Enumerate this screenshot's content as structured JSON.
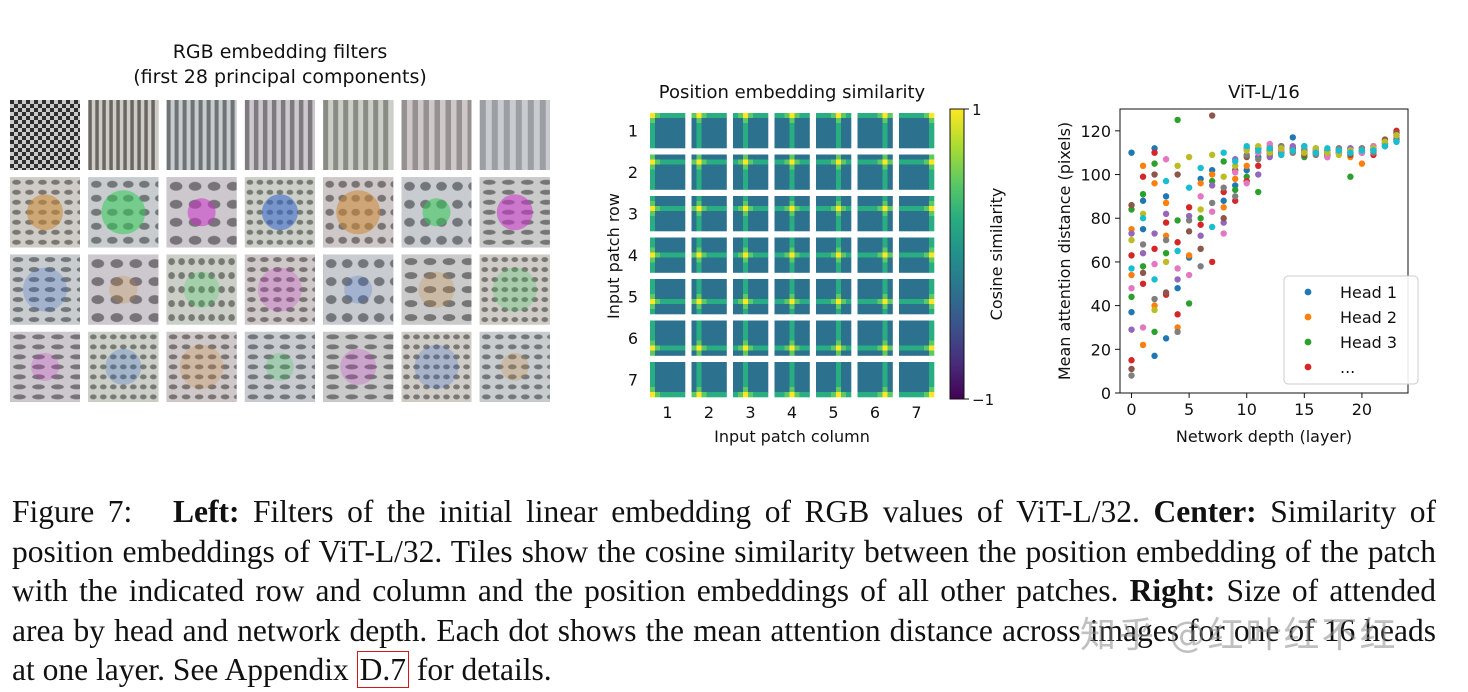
{
  "left_panel": {
    "title_line1": "RGB embedding filters",
    "title_line2": "(first 28 principal components)",
    "grid_rows": 4,
    "grid_cols": 7
  },
  "chart_data": [
    {
      "type": "heatmap",
      "title": "Position embedding similarity",
      "xlabel": "Input patch column",
      "ylabel": "Input patch row",
      "x_ticks": [
        "1",
        "2",
        "3",
        "4",
        "5",
        "6",
        "7"
      ],
      "y_ticks": [
        "1",
        "2",
        "3",
        "4",
        "5",
        "6",
        "7"
      ],
      "colorbar": {
        "label": "Cosine similarity",
        "min_label": "−1",
        "max_label": "1",
        "colormap": "viridis"
      }
    },
    {
      "type": "scatter",
      "title": "ViT-L/16",
      "xlabel": "Network depth (layer)",
      "ylabel": "Mean attention distance (pixels)",
      "xlim": [
        -1,
        24
      ],
      "ylim": [
        0,
        130
      ],
      "x_ticks": [
        0,
        5,
        10,
        15,
        20
      ],
      "y_ticks": [
        0,
        20,
        40,
        60,
        80,
        100,
        120
      ],
      "legend": {
        "placement": "lower-right",
        "entries": [
          "Head 1",
          "Head 2",
          "Head 3",
          "..."
        ]
      },
      "series": [
        {
          "name": "Head 1",
          "color": "#1f77b4",
          "points": [
            [
              0,
              110
            ],
            [
              0,
              37
            ],
            [
              1,
              75
            ],
            [
              1,
              88
            ],
            [
              2,
              17
            ],
            [
              2,
              112
            ],
            [
              3,
              25
            ],
            [
              3,
              90
            ],
            [
              4,
              48
            ],
            [
              5,
              62
            ],
            [
              6,
              98
            ],
            [
              7,
              102
            ],
            [
              8,
              88
            ],
            [
              9,
              95
            ],
            [
              10,
              102
            ],
            [
              11,
              108
            ],
            [
              12,
              112
            ],
            [
              13,
              110
            ],
            [
              14,
              117
            ],
            [
              15,
              113
            ],
            [
              16,
              110
            ],
            [
              17,
              108
            ],
            [
              18,
              111
            ],
            [
              19,
              112
            ],
            [
              20,
              110
            ],
            [
              21,
              111
            ],
            [
              22,
              113
            ],
            [
              23,
              115
            ]
          ]
        },
        {
          "name": "Head 2",
          "color": "#ff7f0e",
          "points": [
            [
              0,
              54
            ],
            [
              0,
              75
            ],
            [
              1,
              104
            ],
            [
              1,
              22
            ],
            [
              2,
              40
            ],
            [
              2,
              96
            ],
            [
              3,
              72
            ],
            [
              3,
              87
            ],
            [
              4,
              30
            ],
            [
              5,
              63
            ],
            [
              6,
              96
            ],
            [
              7,
              100
            ],
            [
              8,
              85
            ],
            [
              9,
              98
            ],
            [
              10,
              104
            ],
            [
              11,
              110
            ],
            [
              12,
              113
            ],
            [
              13,
              109
            ],
            [
              14,
              111
            ],
            [
              15,
              112
            ],
            [
              16,
              109
            ],
            [
              17,
              110
            ],
            [
              18,
              110
            ],
            [
              19,
              108
            ],
            [
              20,
              105
            ],
            [
              21,
              111
            ],
            [
              22,
              116
            ],
            [
              23,
              117
            ]
          ]
        },
        {
          "name": "Head 3",
          "color": "#2ca02c",
          "points": [
            [
              0,
              84
            ],
            [
              0,
              44
            ],
            [
              1,
              91
            ],
            [
              1,
              58
            ],
            [
              2,
              105
            ],
            [
              2,
              28
            ],
            [
              3,
              64
            ],
            [
              4,
              125
            ],
            [
              4,
              79
            ],
            [
              5,
              41
            ],
            [
              6,
              80
            ],
            [
              7,
              97
            ],
            [
              8,
              106
            ],
            [
              9,
              93
            ],
            [
              10,
              99
            ],
            [
              11,
              92
            ],
            [
              12,
              109
            ],
            [
              13,
              110
            ],
            [
              14,
              112
            ],
            [
              15,
              108
            ],
            [
              16,
              110
            ],
            [
              17,
              109
            ],
            [
              18,
              110
            ],
            [
              19,
              99
            ],
            [
              20,
              111
            ],
            [
              21,
              113
            ],
            [
              22,
              115
            ],
            [
              23,
              116
            ]
          ]
        },
        {
          "name": "...",
          "color": "#d62728",
          "points": [
            [
              0,
              15
            ],
            [
              0,
              63
            ],
            [
              1,
              50
            ],
            [
              1,
              99
            ],
            [
              2,
              66
            ],
            [
              2,
              110
            ],
            [
              3,
              45
            ],
            [
              3,
              78
            ],
            [
              4,
              36
            ],
            [
              4,
              69
            ],
            [
              5,
              85
            ],
            [
              6,
              77
            ],
            [
              7,
              60
            ],
            [
              8,
              92
            ],
            [
              9,
              88
            ],
            [
              10,
              97
            ],
            [
              11,
              104
            ],
            [
              12,
              111
            ],
            [
              13,
              113
            ],
            [
              14,
              112
            ],
            [
              15,
              110
            ],
            [
              16,
              111
            ],
            [
              17,
              109
            ],
            [
              18,
              112
            ],
            [
              19,
              110
            ],
            [
              20,
              112
            ],
            [
              21,
              109
            ],
            [
              22,
              114
            ],
            [
              23,
              120
            ]
          ]
        },
        {
          "name": "",
          "color": "#9467bd",
          "points": [
            [
              0,
              29
            ],
            [
              0,
              73
            ],
            [
              1,
              64
            ],
            [
              2,
              73
            ],
            [
              3,
              82
            ],
            [
              4,
              52
            ],
            [
              5,
              81
            ],
            [
              6,
              72
            ],
            [
              7,
              95
            ],
            [
              8,
              78
            ],
            [
              9,
              107
            ],
            [
              10,
              112
            ],
            [
              11,
              100
            ],
            [
              12,
              108
            ],
            [
              13,
              111
            ],
            [
              14,
              113
            ],
            [
              15,
              111
            ],
            [
              16,
              112
            ],
            [
              17,
              110
            ],
            [
              18,
              111
            ],
            [
              19,
              112
            ],
            [
              20,
              110
            ],
            [
              21,
              112
            ],
            [
              22,
              113
            ],
            [
              23,
              118
            ]
          ]
        },
        {
          "name": "",
          "color": "#8c564b",
          "points": [
            [
              0,
              11
            ],
            [
              0,
              86
            ],
            [
              1,
              55
            ],
            [
              2,
              100
            ],
            [
              3,
              46
            ],
            [
              4,
              100
            ],
            [
              5,
              74
            ],
            [
              6,
              66
            ],
            [
              7,
              127
            ],
            [
              8,
              80
            ],
            [
              9,
              102
            ],
            [
              10,
              108
            ],
            [
              11,
              112
            ],
            [
              12,
              110
            ],
            [
              13,
              112
            ],
            [
              14,
              111
            ],
            [
              15,
              109
            ],
            [
              16,
              110
            ],
            [
              17,
              111
            ],
            [
              18,
              110
            ],
            [
              19,
              109
            ],
            [
              20,
              111
            ],
            [
              21,
              112
            ],
            [
              22,
              116
            ],
            [
              23,
              119
            ]
          ]
        },
        {
          "name": "",
          "color": "#e377c2",
          "points": [
            [
              0,
              48
            ],
            [
              1,
              30
            ],
            [
              2,
              59
            ],
            [
              3,
              107
            ],
            [
              4,
              57
            ],
            [
              5,
              54
            ],
            [
              6,
              90
            ],
            [
              7,
              83
            ],
            [
              8,
              73
            ],
            [
              9,
              101
            ],
            [
              10,
              96
            ],
            [
              11,
              110
            ],
            [
              12,
              114
            ],
            [
              13,
              111
            ],
            [
              14,
              110
            ],
            [
              15,
              112
            ],
            [
              16,
              111
            ],
            [
              17,
              108
            ],
            [
              18,
              110
            ],
            [
              19,
              111
            ],
            [
              20,
              110
            ],
            [
              21,
              113
            ],
            [
              22,
              115
            ],
            [
              23,
              117
            ]
          ]
        },
        {
          "name": "",
          "color": "#7f7f7f",
          "points": [
            [
              0,
              8
            ],
            [
              1,
              68
            ],
            [
              2,
              43
            ],
            [
              3,
              70
            ],
            [
              4,
              28
            ],
            [
              5,
              79
            ],
            [
              6,
              58
            ],
            [
              7,
              87
            ],
            [
              8,
              94
            ],
            [
              9,
              90
            ],
            [
              10,
              109
            ],
            [
              11,
              107
            ],
            [
              12,
              111
            ],
            [
              13,
              113
            ],
            [
              14,
              110
            ],
            [
              15,
              111
            ],
            [
              16,
              109
            ],
            [
              17,
              111
            ],
            [
              18,
              112
            ],
            [
              19,
              110
            ],
            [
              20,
              112
            ],
            [
              21,
              110
            ],
            [
              22,
              114
            ],
            [
              23,
              116
            ]
          ]
        },
        {
          "name": "",
          "color": "#bcbd22",
          "points": [
            [
              0,
              70
            ],
            [
              1,
              82
            ],
            [
              2,
              38
            ],
            [
              3,
              60
            ],
            [
              4,
              104
            ],
            [
              5,
              108
            ],
            [
              6,
              84
            ],
            [
              7,
              109
            ],
            [
              8,
              99
            ],
            [
              9,
              104
            ],
            [
              10,
              111
            ],
            [
              11,
              113
            ],
            [
              12,
              110
            ],
            [
              13,
              112
            ],
            [
              14,
              111
            ],
            [
              15,
              110
            ],
            [
              16,
              112
            ],
            [
              17,
              110
            ],
            [
              18,
              109
            ],
            [
              19,
              111
            ],
            [
              20,
              111
            ],
            [
              21,
              112
            ],
            [
              22,
              115
            ],
            [
              23,
              118
            ]
          ]
        },
        {
          "name": "",
          "color": "#17becf",
          "points": [
            [
              0,
              57
            ],
            [
              1,
              80
            ],
            [
              2,
              52
            ],
            [
              3,
              97
            ],
            [
              4,
              65
            ],
            [
              5,
              94
            ],
            [
              6,
              103
            ],
            [
              7,
              76
            ],
            [
              8,
              110
            ],
            [
              9,
              106
            ],
            [
              10,
              113
            ],
            [
              11,
              111
            ],
            [
              12,
              112
            ],
            [
              13,
              109
            ],
            [
              14,
              111
            ],
            [
              15,
              113
            ],
            [
              16,
              110
            ],
            [
              17,
              112
            ],
            [
              18,
              111
            ],
            [
              19,
              110
            ],
            [
              20,
              111
            ],
            [
              21,
              111
            ],
            [
              22,
              113
            ],
            [
              23,
              115
            ]
          ]
        }
      ]
    }
  ],
  "caption": {
    "label": "Figure 7:",
    "left_head": "Left:",
    "left_text": "Filters of the initial linear embedding of RGB values of ViT-L/32.",
    "center_head": "Center:",
    "center_text": "Similarity of position embeddings of ViT-L/32. Tiles show the cosine similarity between the position embedding of the patch with the indicated row and column and the position embeddings of all other patches.",
    "right_head": "Right:",
    "right_text": "Size of attended area by head and network depth. Each dot shows the mean attention distance across images for one of 16 heads at one layer. See Appendix",
    "ref": "D.7",
    "tail": "for details."
  },
  "watermark": "知乎 @红叶红不红"
}
